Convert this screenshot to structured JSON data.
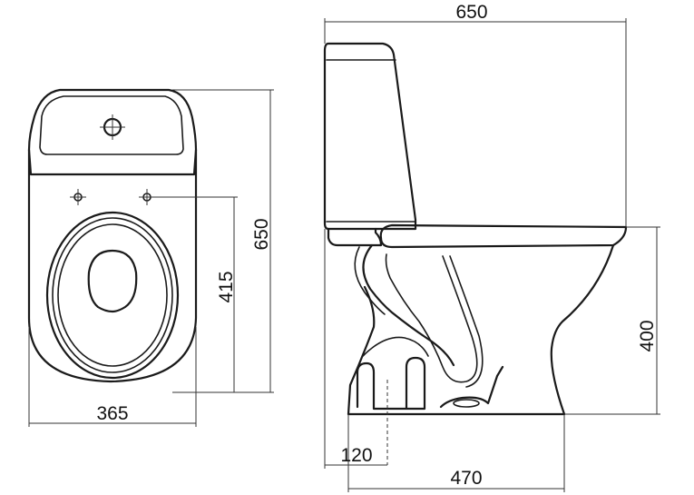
{
  "dimensions": {
    "total_height": "650",
    "seat_to_rear": "415",
    "width": "365",
    "depth": "650",
    "seat_height": "400",
    "outlet_offset": "120",
    "base_depth": "470"
  }
}
